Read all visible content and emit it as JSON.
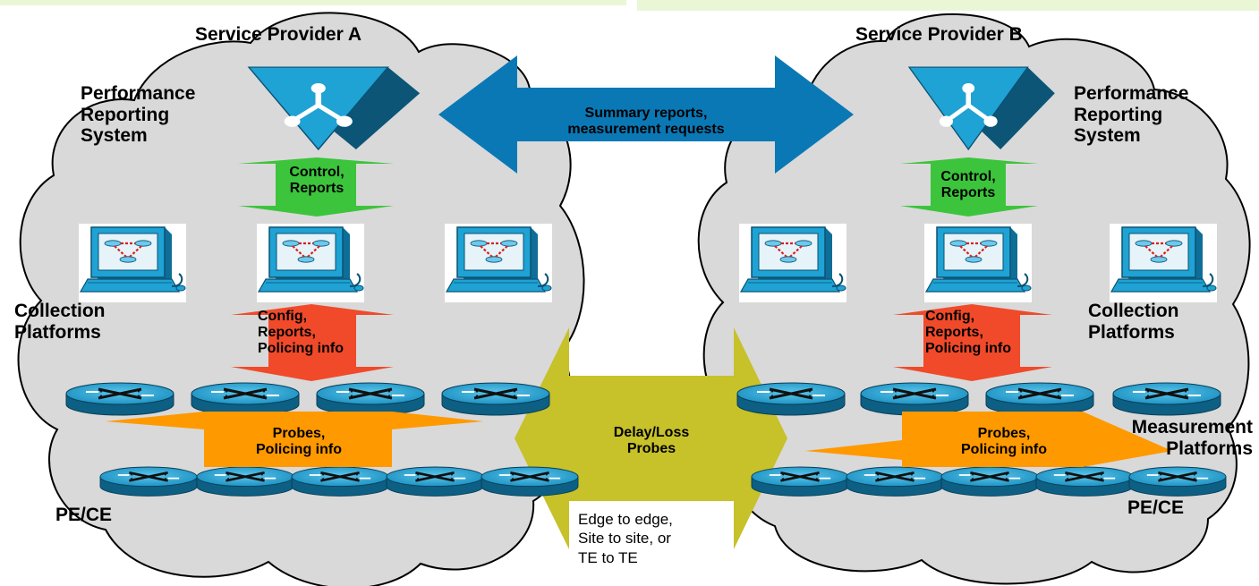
{
  "provider_a": {
    "title": "Service Provider A",
    "performance_reporting": "Performance\nReporting\nSystem",
    "control_reports": "Control,\nReports",
    "collection_platforms": "Collection\nPlatforms",
    "config_reports": "Config,\nReports,\nPolicing info",
    "probes": "Probes,\nPolicing info",
    "pe_ce": "PE/CE"
  },
  "provider_b": {
    "title": "Service Provider B",
    "performance_reporting": "Performance\nReporting\nSystem",
    "control_reports": "Control,\nReports",
    "collection_platforms": "Collection\nPlatforms",
    "config_reports": "Config,\nReports,\nPolicing info",
    "probes": "Probes,\nPolicing info",
    "measurement_platforms": "Measurement\nPlatforms",
    "pe_ce": "PE/CE"
  },
  "center": {
    "summary_arrow_label": "Summary reports,\nmeasurement requests",
    "delay_arrow_label": "Delay/Loss\nProbes",
    "scope_note": "Edge to edge,\nSite to site, or\nTE to TE"
  },
  "colors": {
    "cloud_fill": "#d9d9d9",
    "summary_arrow": "#0a78b5",
    "delay_arrow": "#c7c12a",
    "control_arrow": "#3cc43c",
    "config_arrow": "#f04a2a",
    "probe_arrow": "#ff9900",
    "device_blue": "#1fa2d4",
    "top_band": "#e9f7d6"
  },
  "icons": {
    "reporting_system": "triangle-network-icon",
    "collection_platform": "workstation-icon",
    "measurement_platform": "router-icon",
    "pe_ce_device": "router-icon"
  }
}
